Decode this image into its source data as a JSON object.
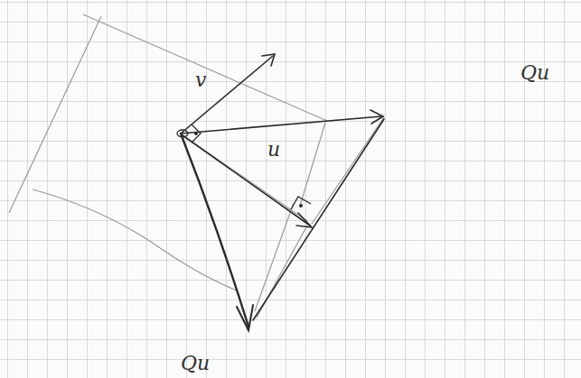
{
  "diagram": {
    "labels": [
      "v",
      "u",
      "Qu",
      "Qu"
    ]
  }
}
